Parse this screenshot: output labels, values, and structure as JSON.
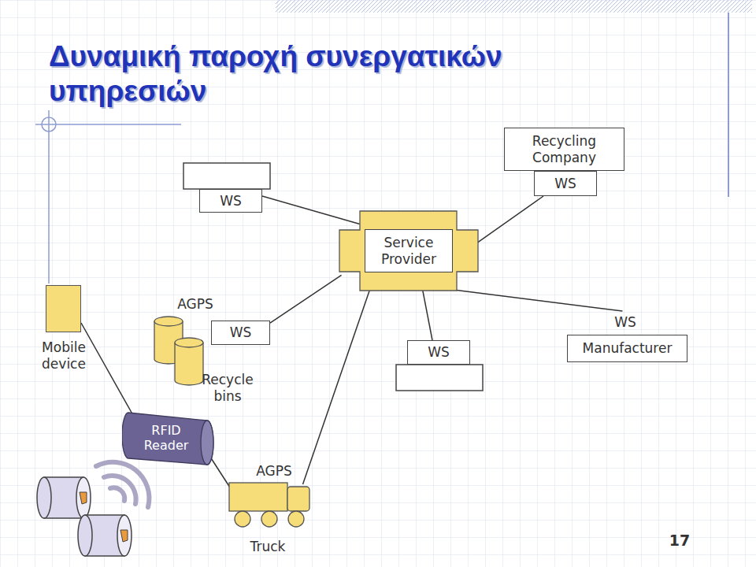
{
  "diagram": {
    "title": "Δυναμική παροχή συνεργατικών υπηρεσιών",
    "nodes": [
      {
        "text": [
          "WS"
        ]
      },
      {
        "text": [
          "Recycling Company"
        ]
      },
      {
        "text": [
          "WS"
        ]
      },
      {
        "text": [
          "Service Provider"
        ]
      },
      {
        "text": [
          "Mobile device"
        ]
      },
      {
        "text": [
          "WS"
        ]
      },
      {
        "text": [
          "WS"
        ]
      },
      {
        "text": [
          "WS",
          "Manufacturer"
        ]
      },
      {
        "text": [
          "RFID Reader"
        ]
      },
      {
        "text": [
          "AGPS",
          "Truck"
        ]
      }
    ],
    "edges": [
      {
        "from": 0,
        "to": 3,
        "arrow": "none"
      },
      {
        "from": 2,
        "to": 3,
        "arrow": "none"
      },
      {
        "from": 3,
        "to": 7,
        "arrow": "none"
      },
      {
        "from": 3,
        "to": 6,
        "arrow": "none"
      },
      {
        "from": 3,
        "to": 9,
        "arrow": "none"
      },
      {
        "from": 3,
        "to": 5,
        "arrow": "none"
      },
      {
        "from": 4,
        "to": 8,
        "arrow": "none"
      },
      {
        "from": 8,
        "to": 9,
        "arrow": "none"
      }
    ],
    "labels": [
      "AGPS",
      "Recycle bins",
      "17"
    ]
  }
}
